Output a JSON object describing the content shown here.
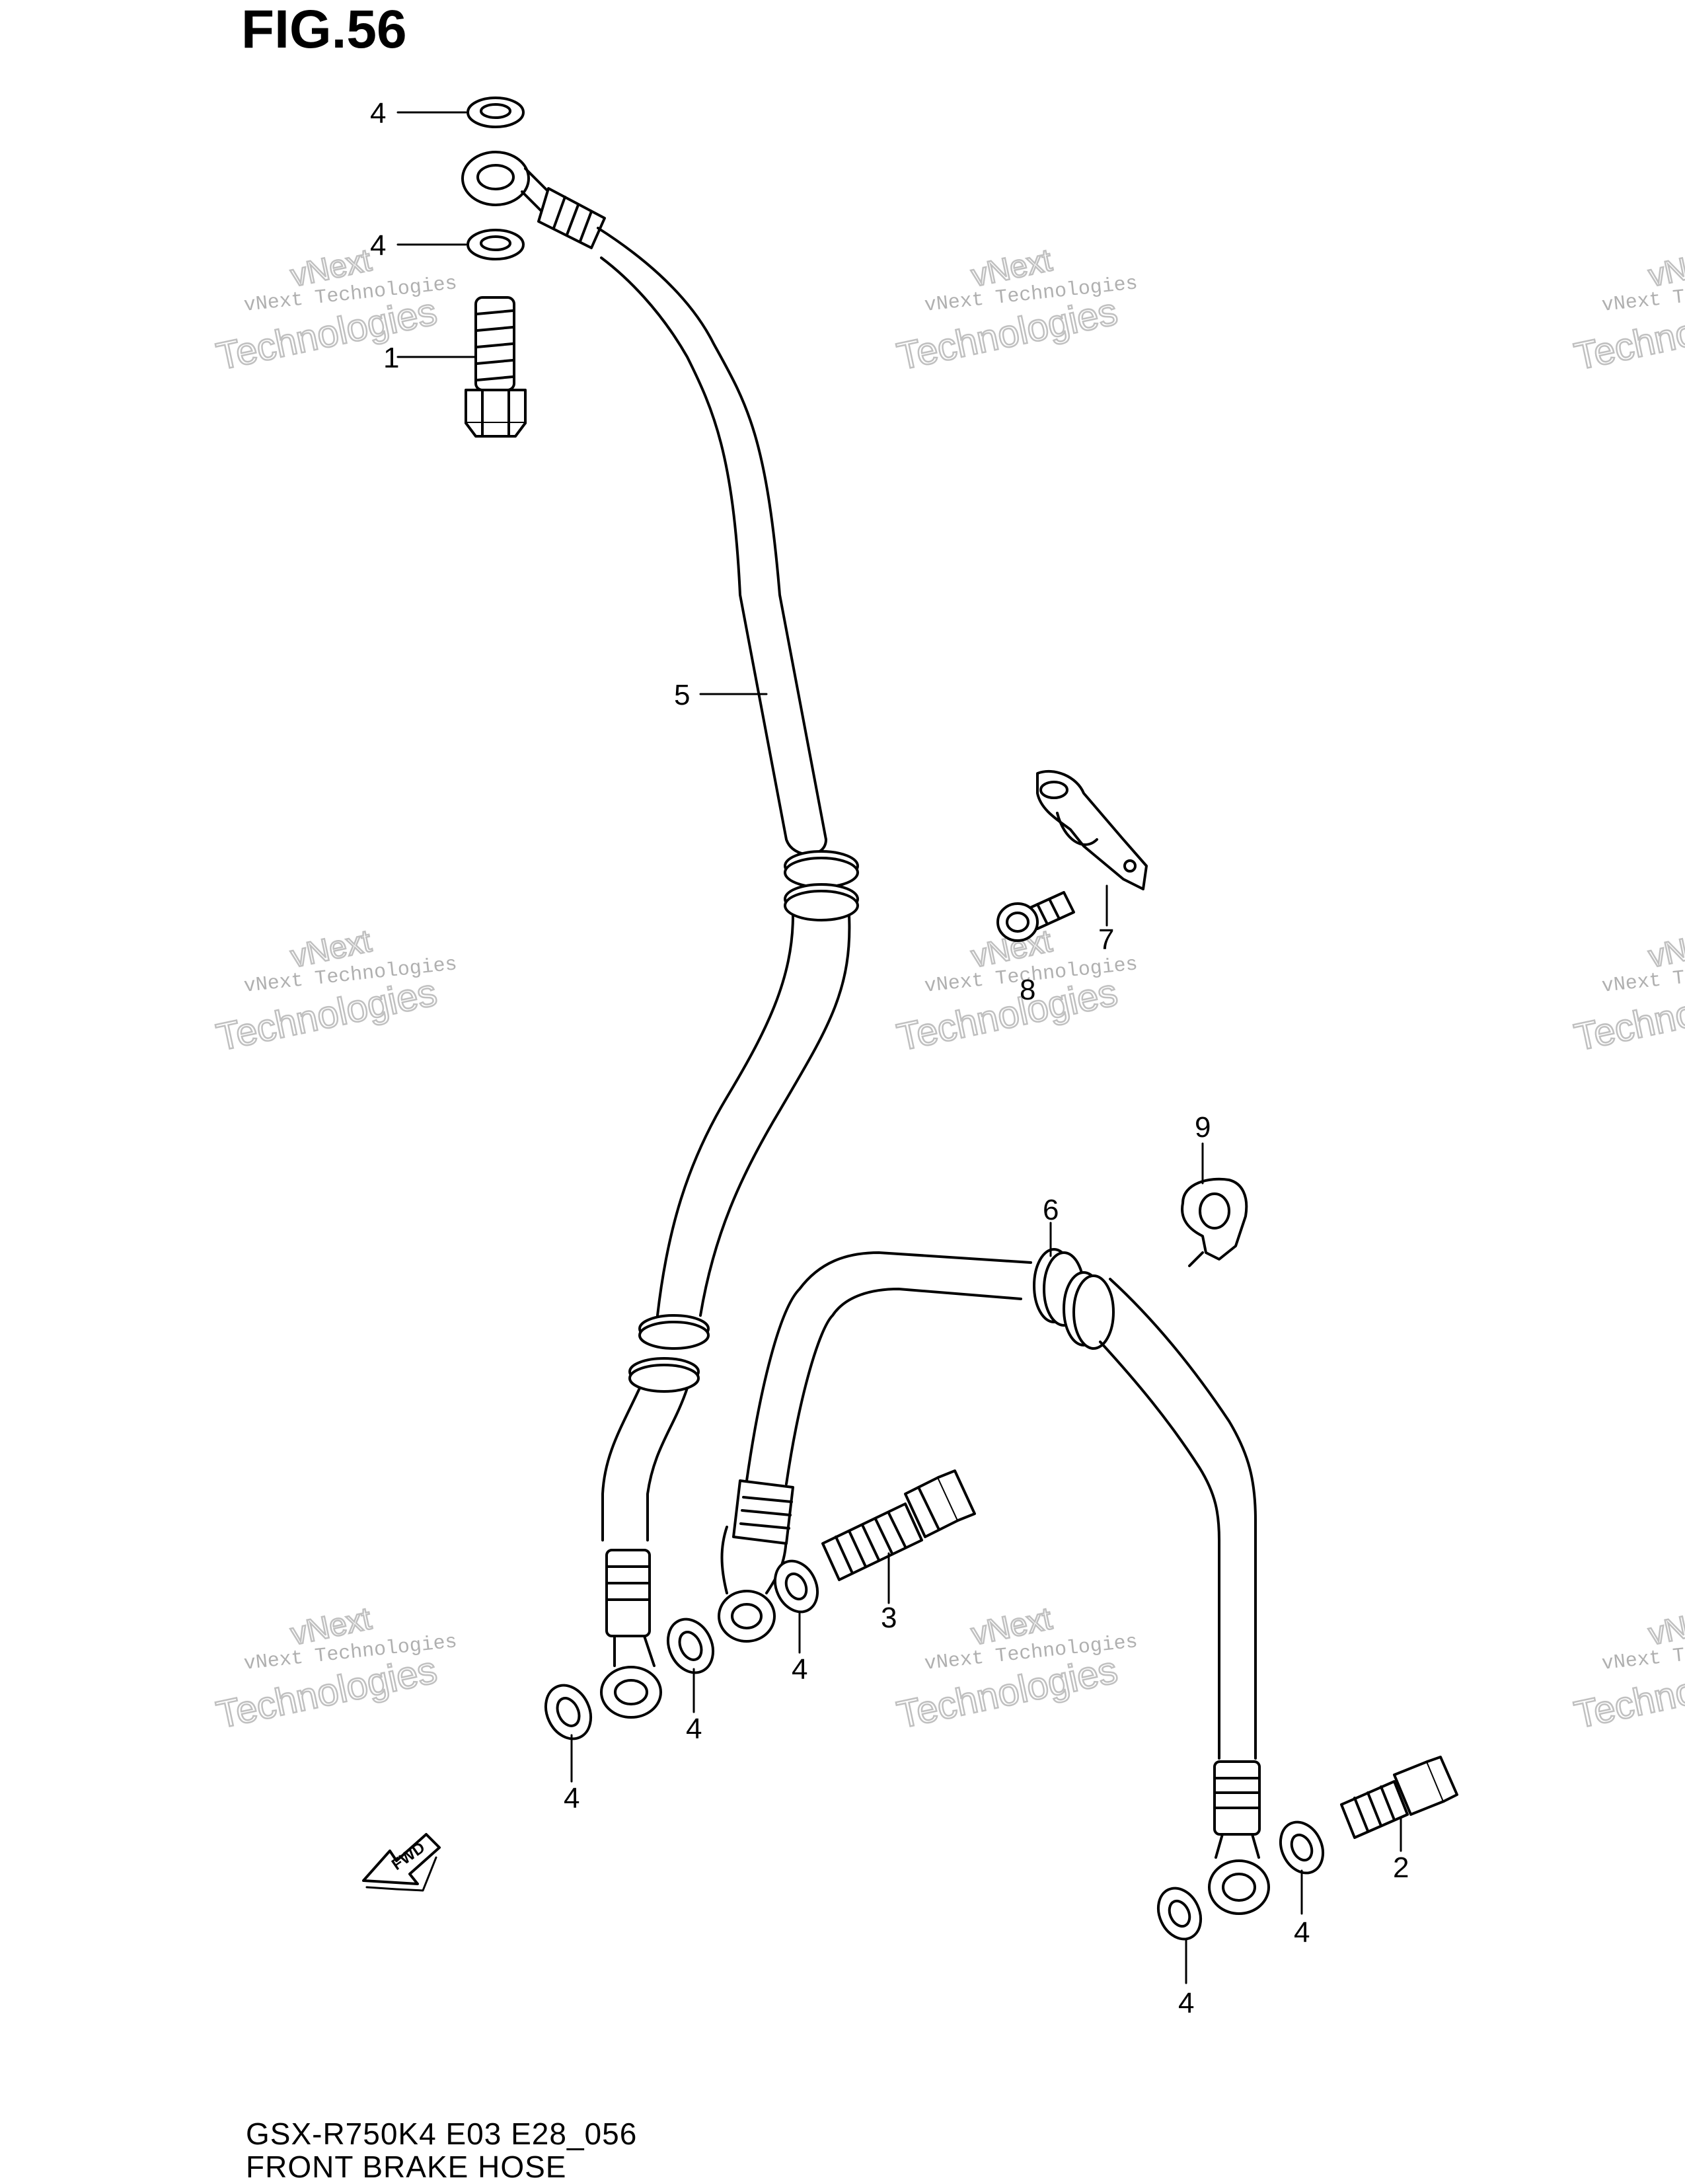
{
  "figure": {
    "title": "FIG.56"
  },
  "caption": {
    "model": "GSX-R750K4 E03 E28_056",
    "name": "FRONT BRAKE  HOSE"
  },
  "watermark": {
    "line1": "vNext Technologies",
    "line2": "Technologies",
    "line3": "vNext"
  },
  "fwd_label": "FWD",
  "callouts": [
    {
      "id": "c4a",
      "text": "4"
    },
    {
      "id": "c4b",
      "text": "4"
    },
    {
      "id": "c1",
      "text": "1"
    },
    {
      "id": "c5",
      "text": "5"
    },
    {
      "id": "c7",
      "text": "7"
    },
    {
      "id": "c8",
      "text": "8"
    },
    {
      "id": "c9",
      "text": "9"
    },
    {
      "id": "c6",
      "text": "6"
    },
    {
      "id": "c3",
      "text": "3"
    },
    {
      "id": "c4c",
      "text": "4"
    },
    {
      "id": "c4d",
      "text": "4"
    },
    {
      "id": "c4e",
      "text": "4"
    },
    {
      "id": "c2",
      "text": "2"
    },
    {
      "id": "c4f",
      "text": "4"
    },
    {
      "id": "c4g",
      "text": "4"
    }
  ],
  "colors": {
    "line": "#000000",
    "watermark": "#c8c8c8",
    "background": "#ffffff"
  }
}
